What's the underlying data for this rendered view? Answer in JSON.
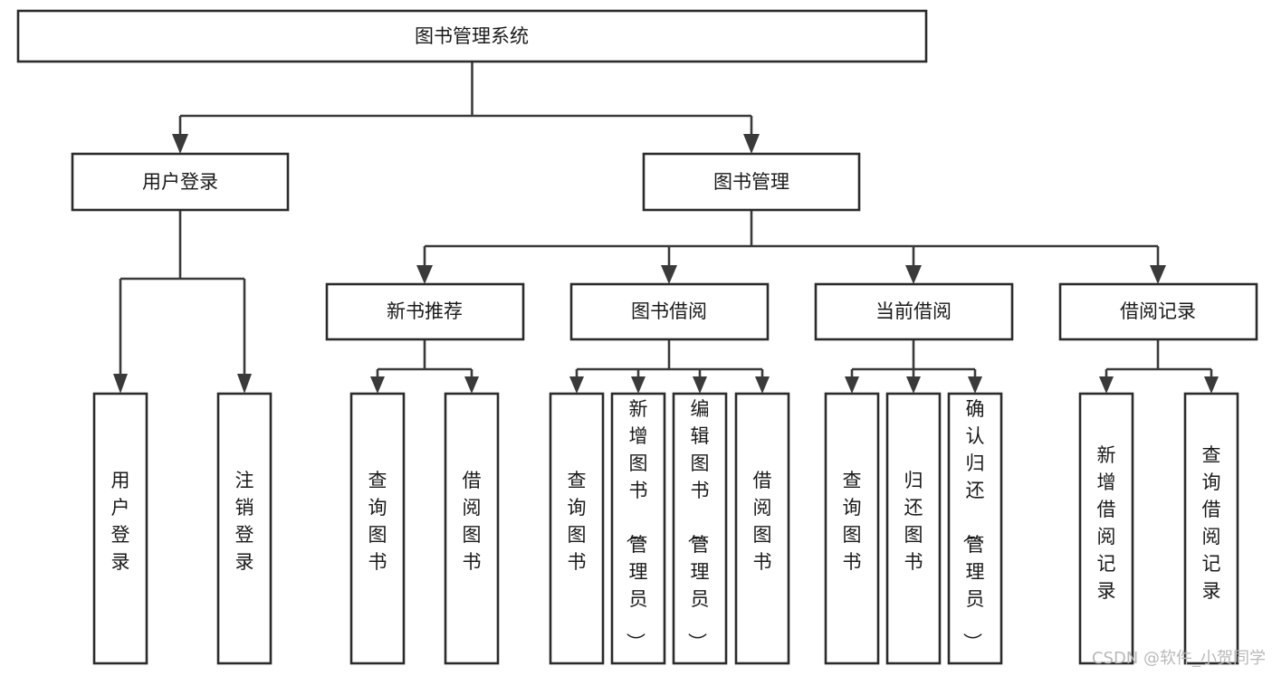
{
  "diagram": {
    "title": "图书管理系统",
    "type": "tree-hierarchy-diagram",
    "background_color": "#ffffff",
    "line_color": "#3a3a3a",
    "box_stroke_color": "#2b2b2b",
    "box_fill_color": "#ffffff",
    "text_color": "#1a1a1a"
  },
  "root": {
    "label": "图书管理系统"
  },
  "level2": [
    {
      "label": "用户登录"
    },
    {
      "label": "图书管理"
    }
  ],
  "level3": [
    {
      "label": "新书推荐"
    },
    {
      "label": "图书借阅"
    },
    {
      "label": "当前借阅"
    },
    {
      "label": "借阅记录"
    }
  ],
  "leaves": {
    "user_login": [
      {
        "label": "用户登录",
        "chars": [
          "用",
          "户",
          "登",
          "录"
        ]
      },
      {
        "label": "注销登录",
        "chars": [
          "注",
          "销",
          "登",
          "录"
        ]
      }
    ],
    "new_book_recommend": [
      {
        "label": "查询图书",
        "chars": [
          "查",
          "询",
          "图",
          "书"
        ]
      },
      {
        "label": "借阅图书",
        "chars": [
          "借",
          "阅",
          "图",
          "书"
        ]
      }
    ],
    "book_borrow": [
      {
        "label": "查询图书",
        "chars": [
          "查",
          "询",
          "图",
          "书"
        ]
      },
      {
        "label": "新增图书（管理员）",
        "chars": [
          "新",
          "增",
          "图",
          "书",
          "（",
          "管",
          "理",
          "员",
          "）"
        ]
      },
      {
        "label": "编辑图书（管理员）",
        "chars": [
          "编",
          "辑",
          "图",
          "书",
          "（",
          "管",
          "理",
          "员",
          "）"
        ]
      },
      {
        "label": "借阅图书",
        "chars": [
          "借",
          "阅",
          "图",
          "书"
        ]
      }
    ],
    "current_borrow": [
      {
        "label": "查询图书",
        "chars": [
          "查",
          "询",
          "图",
          "书"
        ]
      },
      {
        "label": "归还图书",
        "chars": [
          "归",
          "还",
          "图",
          "书"
        ]
      },
      {
        "label": "确认归还（管理员）",
        "chars": [
          "确",
          "认",
          "归",
          "还",
          "（",
          "管",
          "理",
          "员",
          "）"
        ]
      }
    ],
    "borrow_record": [
      {
        "label": "新增借阅记录",
        "chars": [
          "新",
          "增",
          "借",
          "阅",
          "记",
          "录"
        ]
      },
      {
        "label": "查询借阅记录",
        "chars": [
          "查",
          "询",
          "借",
          "阅",
          "记",
          "录"
        ]
      }
    ]
  },
  "watermark": {
    "text": "CSDN @软件_小贺同学"
  }
}
